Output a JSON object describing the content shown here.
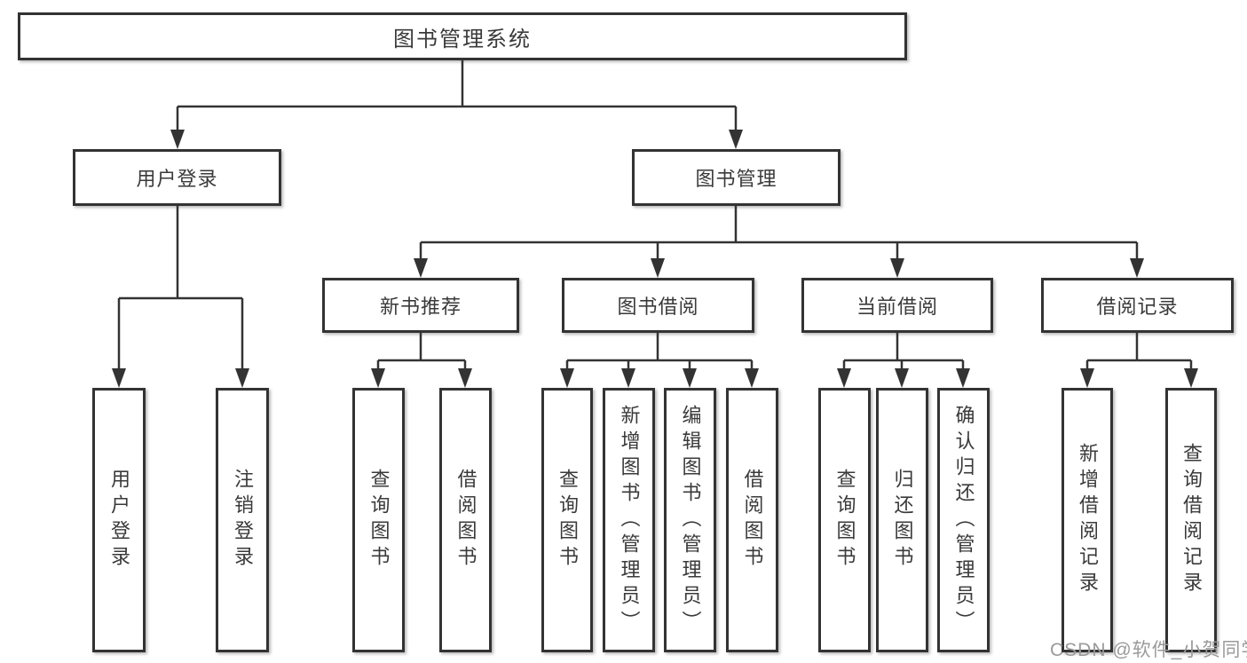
{
  "diagram": {
    "title_note": "library management system feature hierarchy",
    "root": {
      "label": "图书管理系统"
    },
    "level2": [
      {
        "label": "用户登录"
      },
      {
        "label": "图书管理"
      }
    ],
    "level3": [
      {
        "label": "新书推荐"
      },
      {
        "label": "图书借阅"
      },
      {
        "label": "当前借阅"
      },
      {
        "label": "借阅记录"
      }
    ],
    "leaves": [
      {
        "label": "用户登录"
      },
      {
        "label": "注销登录"
      },
      {
        "label": "查询图书"
      },
      {
        "label": "借阅图书"
      },
      {
        "label": "查询图书"
      },
      {
        "label": "新增图书（管理员）"
      },
      {
        "label": "编辑图书（管理员）"
      },
      {
        "label": "借阅图书"
      },
      {
        "label": "查询图书"
      },
      {
        "label": "归还图书"
      },
      {
        "label": "确认归还（管理员）"
      },
      {
        "label": "新增借阅记录"
      },
      {
        "label": "查询借阅记录"
      }
    ]
  },
  "watermark": {
    "text": "CSDN @软件_小贺同学"
  },
  "colors": {
    "line": "#333333",
    "box_border": "#333333",
    "text": "#3a3a3a",
    "watermark": "#9a9a9a",
    "background": "#ffffff"
  }
}
